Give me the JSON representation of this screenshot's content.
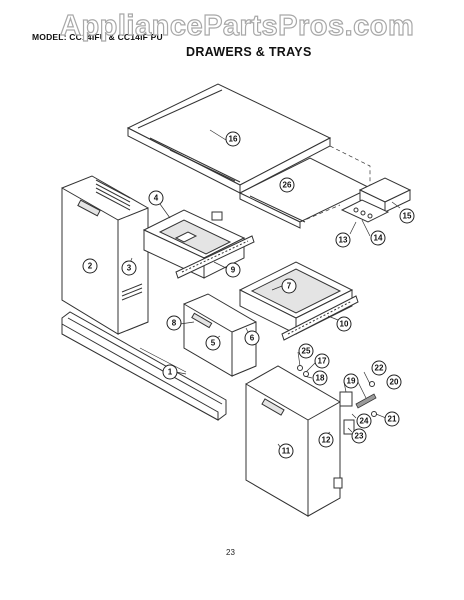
{
  "watermark": "AppliancePartsPros.com",
  "header": {
    "model_line": "MODEL: CC14IFU & CC14IF PU",
    "title": "DRAWERS & TRAYS"
  },
  "page_number": "23",
  "callouts": [
    {
      "id": "c1",
      "label": "1"
    },
    {
      "id": "c2",
      "label": "2"
    },
    {
      "id": "c3",
      "label": "3"
    },
    {
      "id": "c4",
      "label": "4"
    },
    {
      "id": "c5",
      "label": "5"
    },
    {
      "id": "c6",
      "label": "6"
    },
    {
      "id": "c7",
      "label": "7"
    },
    {
      "id": "c8",
      "label": "8"
    },
    {
      "id": "c9",
      "label": "9"
    },
    {
      "id": "c10",
      "label": "10"
    },
    {
      "id": "c11",
      "label": "11"
    },
    {
      "id": "c12",
      "label": "12"
    },
    {
      "id": "c13",
      "label": "13"
    },
    {
      "id": "c14",
      "label": "14"
    },
    {
      "id": "c15",
      "label": "15"
    },
    {
      "id": "c16",
      "label": "16"
    },
    {
      "id": "c17",
      "label": "17"
    },
    {
      "id": "c18",
      "label": "18"
    },
    {
      "id": "c19",
      "label": "19"
    },
    {
      "id": "c20",
      "label": "20"
    },
    {
      "id": "c21",
      "label": "21"
    },
    {
      "id": "c22",
      "label": "22"
    },
    {
      "id": "c23",
      "label": "23"
    },
    {
      "id": "c24",
      "label": "24"
    },
    {
      "id": "c25",
      "label": "25"
    },
    {
      "id": "c26",
      "label": "26"
    }
  ]
}
